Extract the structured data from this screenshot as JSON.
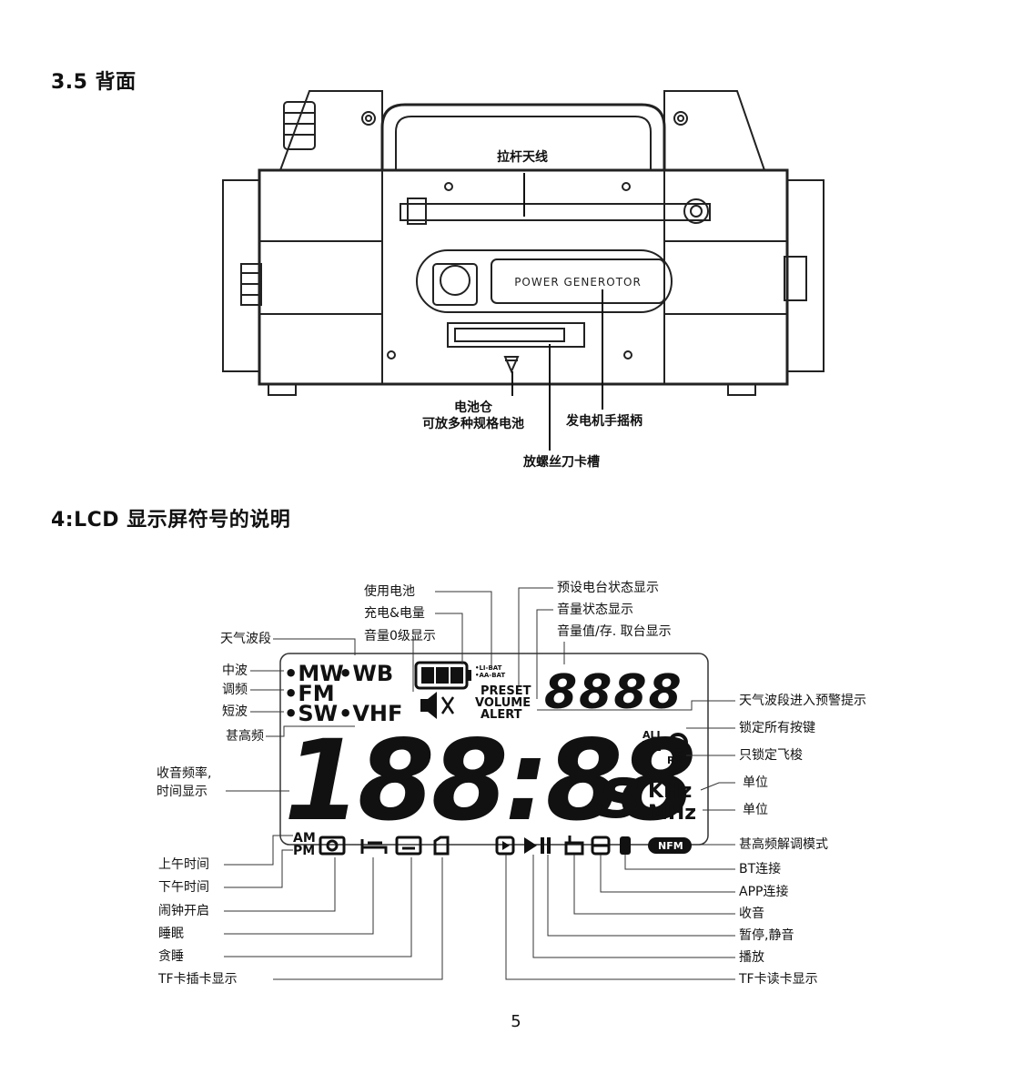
{
  "section_back": {
    "title": "3.5 背面",
    "callouts": {
      "antenna": "拉杆天线",
      "battery_line1": "电池仓",
      "battery_line2": "可放多种规格电池",
      "generator": "发电机手摇柄",
      "screwdriver": "放螺丝刀卡槽"
    },
    "device_plate_text": "POWER GENEROTOR"
  },
  "section_lcd": {
    "title": "4:LCD 显示屏符号的说明",
    "lcd_symbols": {
      "mw": "•MW",
      "wb": "•WB",
      "fm": "•FM",
      "sw": "•SW",
      "vhf": "•VHF",
      "li_bat": "•LI-BAT",
      "aa_bat": "•AA-BAT",
      "preset": "PRESET",
      "volume": "VOLUME",
      "alert": "ALERT",
      "small_digits": "8888",
      "big_digits": "188:88",
      "seconds": "s",
      "khz": "KHz",
      "mhz": "MHz",
      "all": "ALL",
      "rs": "RS",
      "am": "AM",
      "pm": "PM",
      "nfm": "NFM"
    },
    "labels_left": {
      "weather_band": "天气波段",
      "mw": "中波",
      "fm": "调频",
      "sw": "短波",
      "vhf": "甚高频",
      "freq_line1": "收音频率,",
      "freq_line2": "时间显示",
      "am": "上午时间",
      "pm": "下午时间",
      "alarm": "闹钟开启",
      "sleep": "睡眠",
      "snooze": "贪睡",
      "tf_insert": "TF卡插卡显示"
    },
    "labels_top": {
      "battery_use": "使用电池",
      "charge_level": "充电&电量",
      "volume_zero": "音量0级显示",
      "preset_status": "预设电台状态显示",
      "volume_status": "音量状态显示",
      "volume_value": "音量值/存. 取台显示"
    },
    "labels_right": {
      "weather_alert": "天气波段进入预警提示",
      "lock_all": "锁定所有按键",
      "lock_rs": "只锁定飞梭",
      "unit_khz": "单位",
      "unit_mhz": "单位",
      "nfm": "甚高频解调模式",
      "bt": "BT连接",
      "app": "APP连接",
      "radio": "收音",
      "pause": "暂停,静音",
      "play": "播放",
      "tf_read": "TF卡读卡显示"
    }
  },
  "page_number": "5"
}
